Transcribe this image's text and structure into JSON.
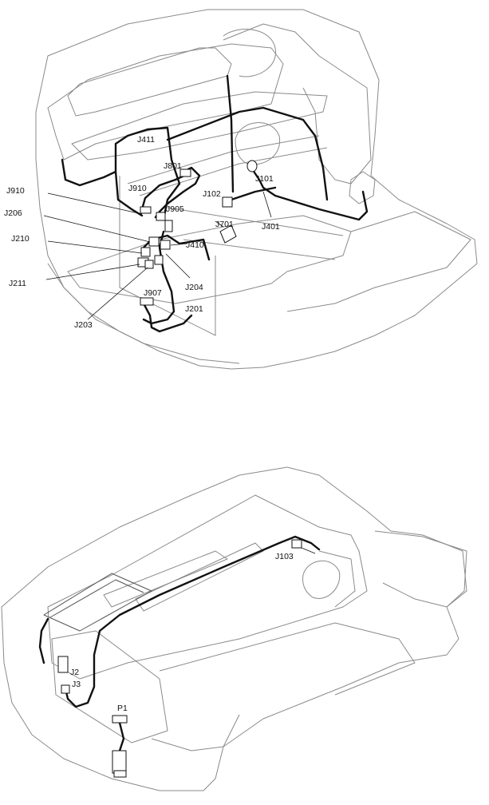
{
  "top_view": {
    "labels": {
      "J411": "J411",
      "J801": "J801",
      "J910_small": "J910",
      "J905": "J905",
      "J102": "J102",
      "J101": "J101",
      "J910": "J910",
      "J206": "J206",
      "J701": "J701",
      "J401": "J401",
      "J410": "J410",
      "J210": "J210",
      "J204": "J204",
      "J211": "J211",
      "J907": "J907",
      "J201": "J201",
      "J203": "J203"
    }
  },
  "bottom_view": {
    "labels": {
      "J103": "J103",
      "J2": "J2",
      "J3": "J3",
      "P1": "P1"
    }
  }
}
